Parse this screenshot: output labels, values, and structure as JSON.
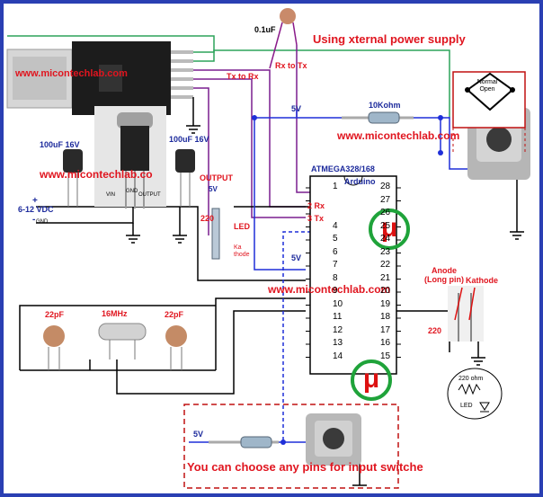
{
  "texts": {
    "cap_top": "0.1uF",
    "power_title": "Using xternal power supply",
    "website_1": "www.micontechlab.com",
    "tx_to_rx": "Tx to Rx",
    "rx_to_tx": "Rx to Tx",
    "five_v_1": "5V",
    "res_10k": "10Kohm",
    "website_2": "www.micontechlab.com",
    "normal_open": "Normal Open",
    "cap_100uf_left": "100uF 16V",
    "cap_100uf_right": "100uF 16V",
    "website_3": "www.micontechlab.co",
    "vin": "VIN",
    "gnd_reg": "GND",
    "output_reg": "OUTPUT",
    "output": "OUTPUT",
    "five_v_2": "5V",
    "plus": "+",
    "minus": "-",
    "vdc": "6-12 VDC",
    "gnd": "GND",
    "r220_led": "220",
    "led": "LED",
    "kathode_small": "Ka thode",
    "chip_name": "ATMEGA328/168",
    "arduino": "Arduino",
    "rx": "2 Rx",
    "tx": "3 Tx",
    "five_v_3": "5V",
    "website_4": "www.micontechlab.com",
    "cap_22pf_left": "22pF",
    "crystal": "16MHz",
    "cap_22pf_right": "22pF",
    "anode": "Anode (Long pin)",
    "kathode": "Kathode",
    "r220_right": "220",
    "r220_ohm": "220 ohm",
    "led_sym": "LED",
    "five_v_4": "5V",
    "input_note": "You can choose any pins for input switche",
    "mu": "μ"
  },
  "pins_left": [
    "1",
    "2",
    "3",
    "4",
    "5",
    "6",
    "7",
    "8",
    "9",
    "10",
    "11",
    "12",
    "13",
    "14"
  ],
  "pins_right": [
    "28",
    "27",
    "26",
    "25",
    "24",
    "23",
    "22",
    "21",
    "20",
    "19",
    "18",
    "17",
    "16",
    "15"
  ]
}
